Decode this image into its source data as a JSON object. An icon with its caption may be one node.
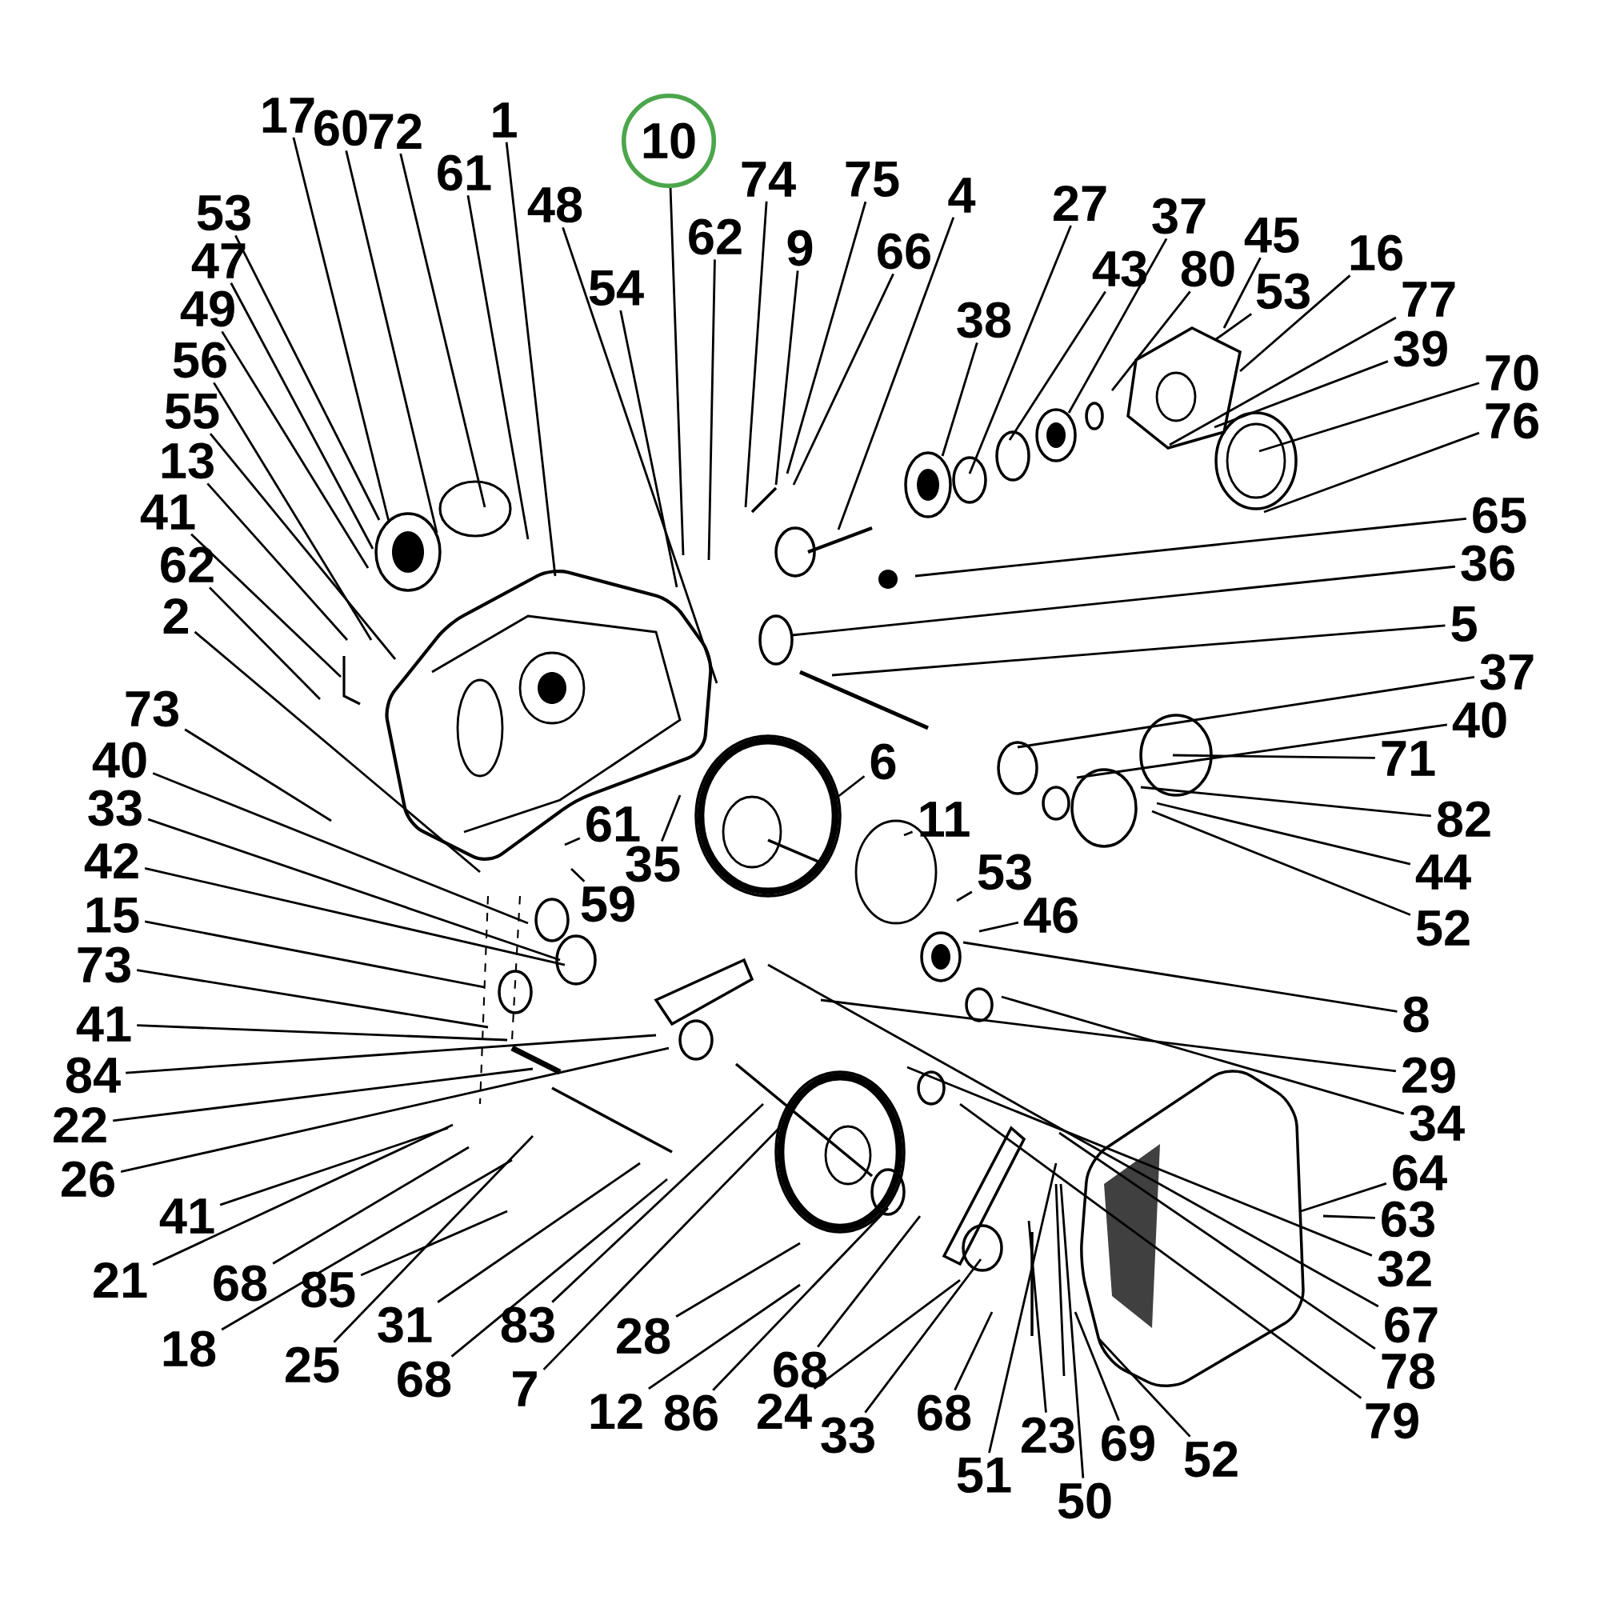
{
  "diagram": {
    "nodes": [
      {
        "text": [
          "17"
        ]
      },
      {
        "text": [
          "60"
        ]
      },
      {
        "text": [
          "72"
        ]
      },
      {
        "text": [
          "1"
        ]
      },
      {
        "text": [
          "61"
        ]
      },
      {
        "text": [
          "10"
        ]
      },
      {
        "text": [
          "48"
        ]
      },
      {
        "text": [
          "74"
        ]
      },
      {
        "text": [
          "62"
        ]
      },
      {
        "text": [
          "54"
        ]
      },
      {
        "text": [
          "9"
        ]
      },
      {
        "text": [
          "75"
        ]
      },
      {
        "text": [
          "66"
        ]
      },
      {
        "text": [
          "4"
        ]
      },
      {
        "text": [
          "38"
        ]
      },
      {
        "text": [
          "27"
        ]
      },
      {
        "text": [
          "43"
        ]
      },
      {
        "text": [
          "37"
        ]
      },
      {
        "text": [
          "80"
        ]
      },
      {
        "text": [
          "45"
        ]
      },
      {
        "text": [
          "53"
        ]
      },
      {
        "text": [
          "16"
        ]
      },
      {
        "text": [
          "77"
        ]
      },
      {
        "text": [
          "39"
        ]
      },
      {
        "text": [
          "70"
        ]
      },
      {
        "text": [
          "76"
        ]
      },
      {
        "text": [
          "53"
        ]
      },
      {
        "text": [
          "47"
        ]
      },
      {
        "text": [
          "49"
        ]
      },
      {
        "text": [
          "56"
        ]
      },
      {
        "text": [
          "55"
        ]
      },
      {
        "text": [
          "13"
        ]
      },
      {
        "text": [
          "41"
        ]
      },
      {
        "text": [
          "62"
        ]
      },
      {
        "text": [
          "2"
        ]
      },
      {
        "text": [
          "65"
        ]
      },
      {
        "text": [
          "36"
        ]
      },
      {
        "text": [
          "5"
        ]
      },
      {
        "text": [
          "37"
        ]
      },
      {
        "text": [
          "73"
        ]
      },
      {
        "text": [
          "40"
        ]
      },
      {
        "text": [
          "40"
        ]
      },
      {
        "text": [
          "6"
        ]
      },
      {
        "text": [
          "71"
        ]
      },
      {
        "text": [
          "33"
        ]
      },
      {
        "text": [
          "82"
        ]
      },
      {
        "text": [
          "11"
        ]
      },
      {
        "text": [
          "61"
        ]
      },
      {
        "text": [
          "42"
        ]
      },
      {
        "text": [
          "35"
        ]
      },
      {
        "text": [
          "53"
        ]
      },
      {
        "text": [
          "44"
        ]
      },
      {
        "text": [
          "59"
        ]
      },
      {
        "text": [
          "46"
        ]
      },
      {
        "text": [
          "15"
        ]
      },
      {
        "text": [
          "52"
        ]
      },
      {
        "text": [
          "73"
        ]
      },
      {
        "text": [
          "8"
        ]
      },
      {
        "text": [
          "41"
        ]
      },
      {
        "text": [
          "84"
        ]
      },
      {
        "text": [
          "29"
        ]
      },
      {
        "text": [
          "34"
        ]
      },
      {
        "text": [
          "22"
        ]
      },
      {
        "text": [
          "64"
        ]
      },
      {
        "text": [
          "26"
        ]
      },
      {
        "text": [
          "41"
        ]
      },
      {
        "text": [
          "63"
        ]
      },
      {
        "text": [
          "32"
        ]
      },
      {
        "text": [
          "21"
        ]
      },
      {
        "text": [
          "68"
        ]
      },
      {
        "text": [
          "85"
        ]
      },
      {
        "text": [
          "31"
        ]
      },
      {
        "text": [
          "83"
        ]
      },
      {
        "text": [
          "28"
        ]
      },
      {
        "text": [
          "67"
        ]
      },
      {
        "text": [
          "18"
        ]
      },
      {
        "text": [
          "25"
        ]
      },
      {
        "text": [
          "68"
        ]
      },
      {
        "text": [
          "7"
        ]
      },
      {
        "text": [
          "68"
        ]
      },
      {
        "text": [
          "68"
        ]
      },
      {
        "text": [
          "78"
        ]
      },
      {
        "text": [
          "12"
        ]
      },
      {
        "text": [
          "86"
        ]
      },
      {
        "text": [
          "24"
        ]
      },
      {
        "text": [
          "79"
        ]
      },
      {
        "text": [
          "23"
        ]
      },
      {
        "text": [
          "33"
        ]
      },
      {
        "text": [
          "69"
        ]
      },
      {
        "text": [
          "52"
        ]
      },
      {
        "text": [
          "51"
        ]
      },
      {
        "text": [
          "50"
        ]
      }
    ],
    "edges": [
      {
        "from": 0,
        "to": null,
        "arrow": "none"
      },
      {
        "from": 1,
        "to": null,
        "arrow": "none"
      },
      {
        "from": 2,
        "to": null,
        "arrow": "none"
      },
      {
        "from": 3,
        "to": null,
        "arrow": "none"
      },
      {
        "from": 4,
        "to": null,
        "arrow": "none"
      },
      {
        "from": 5,
        "to": null,
        "arrow": "none"
      },
      {
        "from": 6,
        "to": null,
        "arrow": "none"
      },
      {
        "from": 7,
        "to": null,
        "arrow": "none"
      },
      {
        "from": 8,
        "to": null,
        "arrow": "none"
      },
      {
        "from": 9,
        "to": null,
        "arrow": "none"
      },
      {
        "from": 10,
        "to": null,
        "arrow": "none"
      },
      {
        "from": 11,
        "to": null,
        "arrow": "none"
      },
      {
        "from": 12,
        "to": null,
        "arrow": "none"
      },
      {
        "from": 13,
        "to": null,
        "arrow": "none"
      },
      {
        "from": 14,
        "to": null,
        "arrow": "none"
      },
      {
        "from": 15,
        "to": null,
        "arrow": "none"
      },
      {
        "from": 16,
        "to": null,
        "arrow": "none"
      },
      {
        "from": 17,
        "to": null,
        "arrow": "none"
      },
      {
        "from": 18,
        "to": null,
        "arrow": "none"
      },
      {
        "from": 19,
        "to": null,
        "arrow": "none"
      },
      {
        "from": 20,
        "to": null,
        "arrow": "none"
      },
      {
        "from": 21,
        "to": null,
        "arrow": "none"
      },
      {
        "from": 22,
        "to": null,
        "arrow": "none"
      },
      {
        "from": 23,
        "to": null,
        "arrow": "none"
      },
      {
        "from": 24,
        "to": null,
        "arrow": "none"
      },
      {
        "from": 25,
        "to": null,
        "arrow": "none"
      },
      {
        "from": 26,
        "to": null,
        "arrow": "none"
      },
      {
        "from": 27,
        "to": null,
        "arrow": "none"
      },
      {
        "from": 28,
        "to": null,
        "arrow": "none"
      },
      {
        "from": 29,
        "to": null,
        "arrow": "none"
      },
      {
        "from": 30,
        "to": null,
        "arrow": "none"
      },
      {
        "from": 31,
        "to": null,
        "arrow": "none"
      },
      {
        "from": 32,
        "to": null,
        "arrow": "none"
      },
      {
        "from": 33,
        "to": null,
        "arrow": "none"
      },
      {
        "from": 34,
        "to": null,
        "arrow": "none"
      },
      {
        "from": 35,
        "to": null,
        "arrow": "none"
      },
      {
        "from": 36,
        "to": null,
        "arrow": "none"
      },
      {
        "from": 37,
        "to": null,
        "arrow": "none"
      },
      {
        "from": 38,
        "to": null,
        "arrow": "none"
      },
      {
        "from": 39,
        "to": null,
        "arrow": "none"
      },
      {
        "from": 40,
        "to": null,
        "arrow": "none"
      },
      {
        "from": 41,
        "to": null,
        "arrow": "none"
      },
      {
        "from": 42,
        "to": null,
        "arrow": "none"
      },
      {
        "from": 43,
        "to": null,
        "arrow": "none"
      },
      {
        "from": 44,
        "to": null,
        "arrow": "none"
      },
      {
        "from": 45,
        "to": null,
        "arrow": "none"
      },
      {
        "from": 46,
        "to": null,
        "arrow": "none"
      },
      {
        "from": 47,
        "to": null,
        "arrow": "none"
      },
      {
        "from": 48,
        "to": null,
        "arrow": "none"
      },
      {
        "from": 49,
        "to": null,
        "arrow": "none"
      },
      {
        "from": 50,
        "to": null,
        "arrow": "none"
      },
      {
        "from": 51,
        "to": null,
        "arrow": "none"
      },
      {
        "from": 52,
        "to": null,
        "arrow": "none"
      },
      {
        "from": 53,
        "to": null,
        "arrow": "none"
      },
      {
        "from": 54,
        "to": null,
        "arrow": "none"
      },
      {
        "from": 55,
        "to": null,
        "arrow": "none"
      },
      {
        "from": 56,
        "to": null,
        "arrow": "none"
      },
      {
        "from": 57,
        "to": null,
        "arrow": "none"
      },
      {
        "from": 58,
        "to": null,
        "arrow": "none"
      },
      {
        "from": 59,
        "to": null,
        "arrow": "none"
      },
      {
        "from": 60,
        "to": null,
        "arrow": "none"
      },
      {
        "from": 61,
        "to": null,
        "arrow": "none"
      },
      {
        "from": 62,
        "to": null,
        "arrow": "none"
      },
      {
        "from": 63,
        "to": null,
        "arrow": "none"
      },
      {
        "from": 64,
        "to": null,
        "arrow": "none"
      },
      {
        "from": 65,
        "to": null,
        "arrow": "none"
      },
      {
        "from": 66,
        "to": null,
        "arrow": "none"
      },
      {
        "from": 67,
        "to": null,
        "arrow": "none"
      },
      {
        "from": 68,
        "to": null,
        "arrow": "none"
      },
      {
        "from": 69,
        "to": null,
        "arrow": "none"
      },
      {
        "from": 70,
        "to": null,
        "arrow": "none"
      },
      {
        "from": 71,
        "to": null,
        "arrow": "none"
      },
      {
        "from": 72,
        "to": null,
        "arrow": "none"
      },
      {
        "from": 73,
        "to": null,
        "arrow": "none"
      },
      {
        "from": 74,
        "to": null,
        "arrow": "none"
      },
      {
        "from": 75,
        "to": null,
        "arrow": "none"
      },
      {
        "from": 76,
        "to": null,
        "arrow": "none"
      },
      {
        "from": 77,
        "to": null,
        "arrow": "none"
      },
      {
        "from": 78,
        "to": null,
        "arrow": "none"
      },
      {
        "from": 79,
        "to": null,
        "arrow": "none"
      },
      {
        "from": 80,
        "to": null,
        "arrow": "none"
      },
      {
        "from": 81,
        "to": null,
        "arrow": "none"
      },
      {
        "from": 82,
        "to": null,
        "arrow": "none"
      },
      {
        "from": 83,
        "to": null,
        "arrow": "none"
      },
      {
        "from": 84,
        "to": null,
        "arrow": "none"
      },
      {
        "from": 85,
        "to": null,
        "arrow": "none"
      },
      {
        "from": 86,
        "to": null,
        "arrow": "none"
      },
      {
        "from": 87,
        "to": null,
        "arrow": "none"
      },
      {
        "from": 88,
        "to": null,
        "arrow": "none"
      },
      {
        "from": 89,
        "to": null,
        "arrow": "none"
      },
      {
        "from": 90,
        "to": null,
        "arrow": "none"
      },
      {
        "from": 91,
        "to": null,
        "arrow": "none"
      }
    ]
  }
}
